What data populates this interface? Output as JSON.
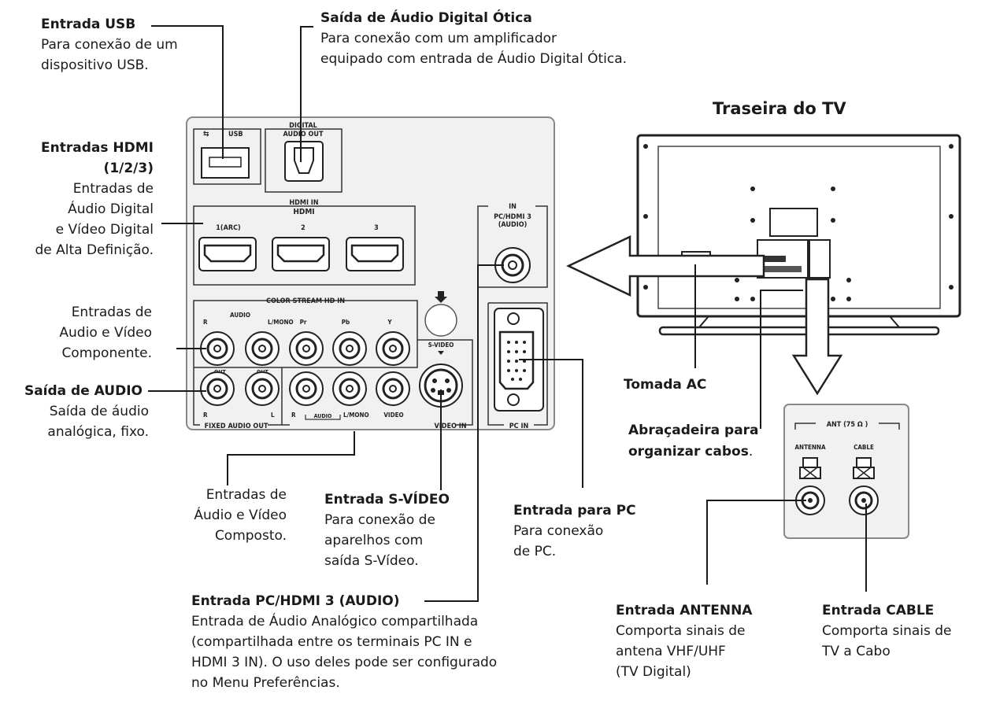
{
  "usb": {
    "title": "Entrada USB",
    "desc1": "Para conexão de um",
    "desc2": "dispositivo USB."
  },
  "optical": {
    "title": "Saída de Áudio Digital Ótica",
    "desc1": "Para conexão com um amplificador",
    "desc2": "equipado com entrada de Áudio Digital Ótica."
  },
  "tv_back": {
    "title": "Traseira do TV"
  },
  "hdmi": {
    "title1": "Entradas HDMI",
    "title2": "(1/2/3)",
    "desc1": "Entradas de",
    "desc2": "Áudio Digital",
    "desc3": "e Vídeo Digital",
    "desc4": "de Alta Definição."
  },
  "component": {
    "desc1": "Entradas de",
    "desc2": "Audio e Vídeo",
    "desc3": "Componente."
  },
  "audio_out": {
    "title": "Saída de AUDIO",
    "desc1": "Saída de áudio",
    "desc2": "analógica, fixo."
  },
  "composite": {
    "desc1": "Entradas de",
    "desc2": "Áudio e Vídeo",
    "desc3": "Composto."
  },
  "svideo": {
    "title": "Entrada S-VÍDEO",
    "desc1": "Para conexão de",
    "desc2": "aparelhos com",
    "desc3": "saída S-Vídeo."
  },
  "pc": {
    "title": "Entrada para PC",
    "desc1": "Para conexão",
    "desc2": "de PC."
  },
  "pc_hdmi_audio": {
    "title": "Entrada PC/HDMI 3 (AUDIO)",
    "desc1": "Entrada de Áudio Analógico compartilhada",
    "desc2": "(compartilhada entre os terminais PC IN e",
    "desc3": "HDMI 3  IN). O uso deles pode ser configurado",
    "desc4": "no Menu Preferências."
  },
  "ac": {
    "title": "Tomada AC"
  },
  "clamp": {
    "title1": "Abraçadeira para",
    "title2": "organizar cabos",
    "dot": "."
  },
  "antenna": {
    "title": "Entrada ANTENNA",
    "desc1": "Comporta sinais de",
    "desc2": "antena VHF/UHF",
    "desc3": " (TV Digital)"
  },
  "cable": {
    "title": "Entrada CABLE",
    "desc1": "Comporta sinais de",
    "desc2": "TV a Cabo"
  },
  "panel_labels": {
    "usb": "USB",
    "digital1": "DIGITAL",
    "digital2": "AUDIO OUT",
    "hdmi_in1": "HDMI IN",
    "hdmi_logo": "HDMI",
    "hdmi_1": "1(ARC)",
    "hdmi_2": "2",
    "hdmi_3": "3",
    "in": "IN",
    "pchdmi1": "PC/HDMI 3",
    "pchdmi2": "(AUDIO)",
    "color_stream": "COLOR STREAM HD IN",
    "r": "R",
    "audio": "AUDIO",
    "lmono": "L/MONO",
    "pr": "Pr",
    "pb": "Pb",
    "y": "Y",
    "svideo": "S-VIDEO",
    "r2": "R",
    "l2": "L",
    "fixed_audio_out": "FIXED AUDIO OUT",
    "r3": "R",
    "audio3": "AUDIO",
    "lmono3": "L/MONO",
    "video": "VIDEO",
    "video_in": "VIDEO IN",
    "pc_in": "PC IN",
    "ant": "ANT (75 Ω )",
    "antenna_lbl": "ANTENNA",
    "cable_lbl": "CABLE"
  },
  "colors": {
    "line": "#1a1a1a",
    "panel": "#f1f1f1",
    "panel_border": "#777777"
  }
}
